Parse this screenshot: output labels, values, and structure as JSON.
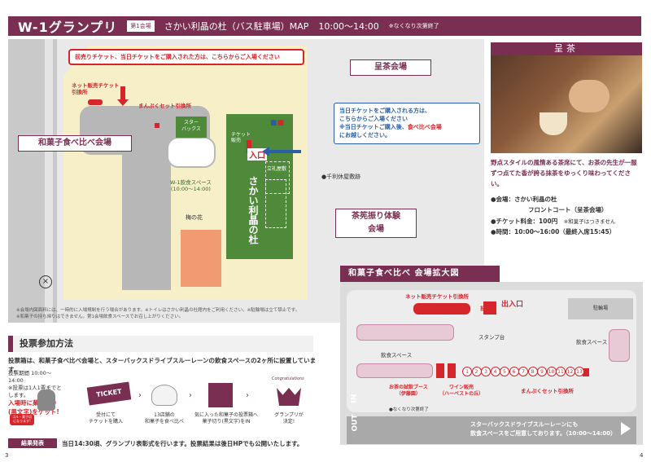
{
  "header": {
    "title": "W-1グランプリ",
    "tag": "第1会場",
    "subtitle": "さかい利晶の杜（バス駐車場）MAP",
    "hours": "10:00〜14:00",
    "note": "※なくなり次第終了"
  },
  "map": {
    "callout_advance": "前売りチケット、当日チケットをご購入された方は、こちらからご入場ください",
    "ticket_booth": "ネット販売チケット\n引換所",
    "manpuku": "まんぷくセット引換所",
    "wagashi_venue": "和菓子食べ比べ会場",
    "tea_venue": "呈茶会場",
    "tea_whisk_venue": "茶筅振り体験\n会場",
    "starbucks": "スター\nバックス",
    "ticket_sales": "チケット\n販売",
    "entrance": "入口",
    "standing_room": "立礼屋敷",
    "museum": "さかい利晶の杜",
    "dining": "W-1飲食スペース\n(10:00〜14:00)",
    "ume": "梅の花",
    "sen_rikyu": "●千利休屋敷跡",
    "blue_box": {
      "line1": "当日チケットをご購入される方は、",
      "line2": "こちらからご入場ください",
      "line3": "※当日チケットご購入後、",
      "line3_red": "食べ比べ会場",
      "line4": "にお越しください。"
    },
    "footnote1": "※会場内図面料には、一時的に入場規制を行う場合があります。※トイレはさかい利晶の杜館内をご利用ください。※駐輪場は立て禁止です。",
    "footnote2": "※和菓子の持ち帰りはできません。第1会場飲食スペースでお召し上がりください。"
  },
  "tea": {
    "title": "呈茶",
    "desc": "野点スタイルの風情ある茶席にて、お茶の先生が一服ずつ点てた香が誇る抹茶をゆっくり味わってください。",
    "venue_label": "●会場：さかい利晶の杜",
    "venue_sub": "フロントコート（呈茶会場）",
    "fee_label": "●チケット料金：100円",
    "fee_note": "※和菓子はつきません",
    "time_label": "●時間：10:00〜16:00（最終入席15:45）"
  },
  "vote": {
    "title": "投票参加方法",
    "desc": "投票箱は、和菓子食べ比べ会場と、スターバックスドライブスルーレーンの飲食スペースの2ヶ所に設置しています。",
    "side_time": "投票期間 10:00〜14:00",
    "side_note": "※投票は1人1票までとします。",
    "side_red": "入場時に菓子切り\n(黒文字)をゲット!",
    "badge": "ゴル・菓子切\nになります!",
    "ticket": "TICKET",
    "congrats": "Congratulations",
    "steps": [
      "受付にて\nチケットを購入",
      "13店舗の\n和菓子を食べ比べ",
      "気に入った和菓子の投票箱へ\n菓子切り(黒文字)をIN",
      "グランプリが\n決定!"
    ],
    "result_label": "結果発表",
    "result_text": "当日14:30頃、グランプリ表彰式を行います。投票結果は後日HPでも公開いたします。"
  },
  "zoom": {
    "title": "和菓子食べ比べ 会場拡大図",
    "ticket_booth": "ネット販売チケット引換所",
    "vote_box": "投票箱",
    "entrance": "出入口",
    "stamp": "スタンプ台",
    "parking": "駐輪場",
    "dining1": "飲食スペース",
    "dining2": "飲食スペース",
    "tea_booth": "お茶の試飲ブース\n（伊藤園）",
    "wine": "ワイン販売\n（ハーベストの丘）",
    "manpuku": "まんぷくセット引換所",
    "in": "IN",
    "out": "OUT",
    "exit_note": "●なくなり次第終了",
    "drive_note1": "スターバックスドライブスルーレーンにも",
    "drive_note2": "飲食スペースをご用意しております。（10:00〜14:00）",
    "numbers": [
      "1",
      "2",
      "3",
      "4",
      "5",
      "6",
      "7",
      "8",
      "9",
      "10",
      "11",
      "12",
      "13"
    ]
  },
  "pages": {
    "left": "3",
    "right": "4"
  }
}
